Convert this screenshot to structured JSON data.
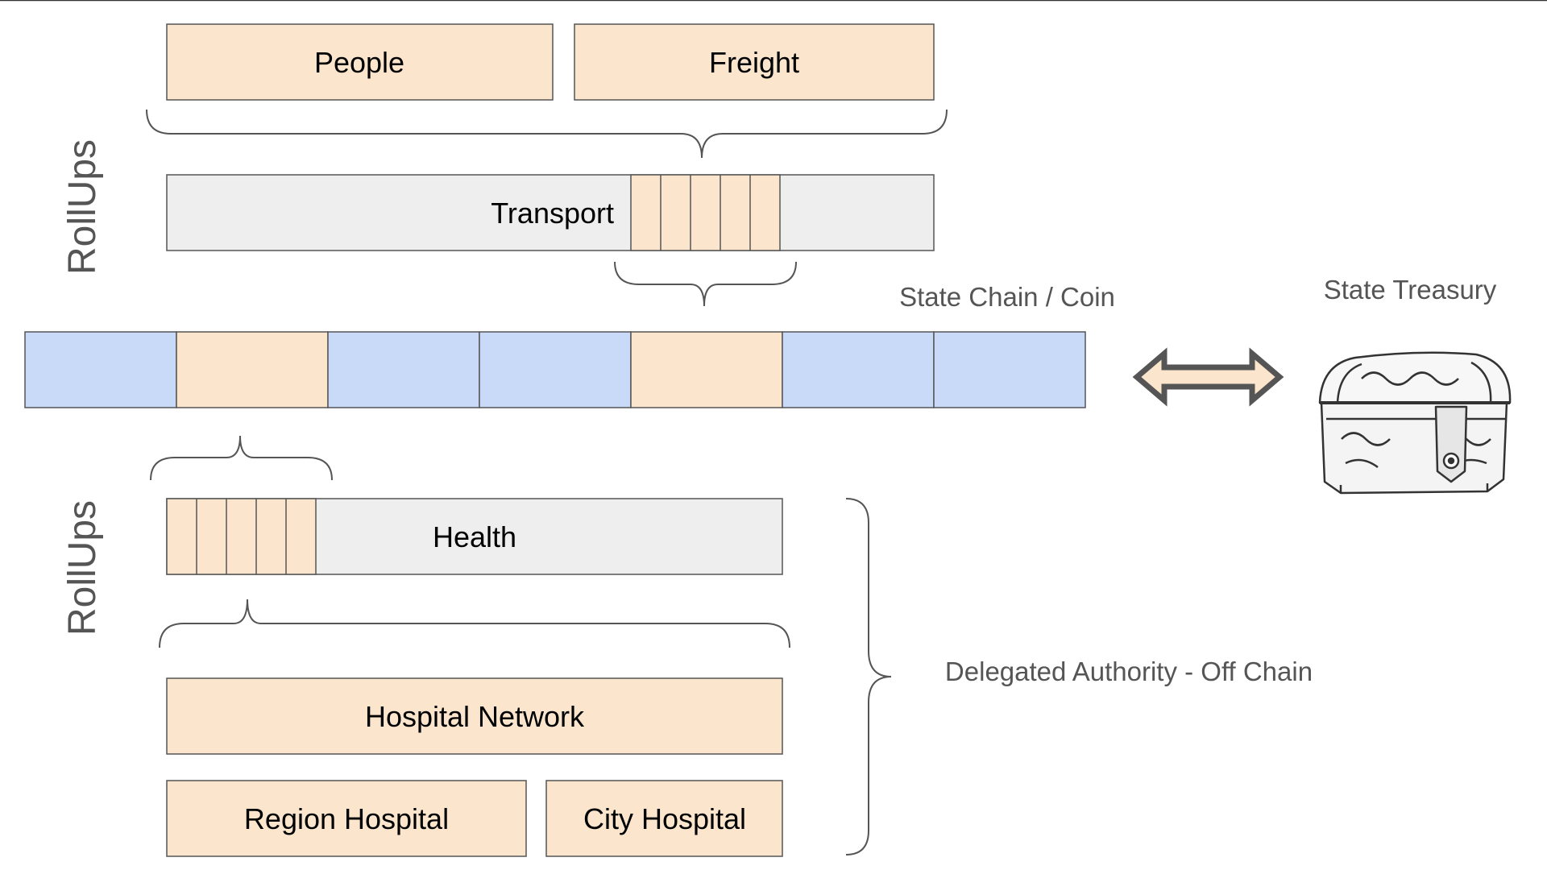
{
  "colors": {
    "peach": "#fbe5cd",
    "light_gray": "#eeeeee",
    "light_blue": "#c9daf8",
    "border": "#555555",
    "label": "#555555",
    "text": "#000000"
  },
  "top_section": {
    "side_label": "RollUps",
    "people": "People",
    "freight": "Freight",
    "transport": "Transport"
  },
  "state_chain": {
    "label": "State Chain / Coin",
    "segment_colors": [
      "light_blue",
      "peach",
      "light_blue",
      "light_blue",
      "peach",
      "light_blue",
      "light_blue"
    ]
  },
  "treasury": {
    "label": "State Treasury",
    "arrow_icon": "double-headed-arrow",
    "chest_icon": "treasure-chest-icon"
  },
  "bottom_section": {
    "side_label": "RollUps",
    "health": "Health",
    "hospital_network": "Hospital Network",
    "region_hospital": "Region Hospital",
    "city_hospital": "City Hospital",
    "delegated_label": "Delegated Authority - Off Chain"
  }
}
